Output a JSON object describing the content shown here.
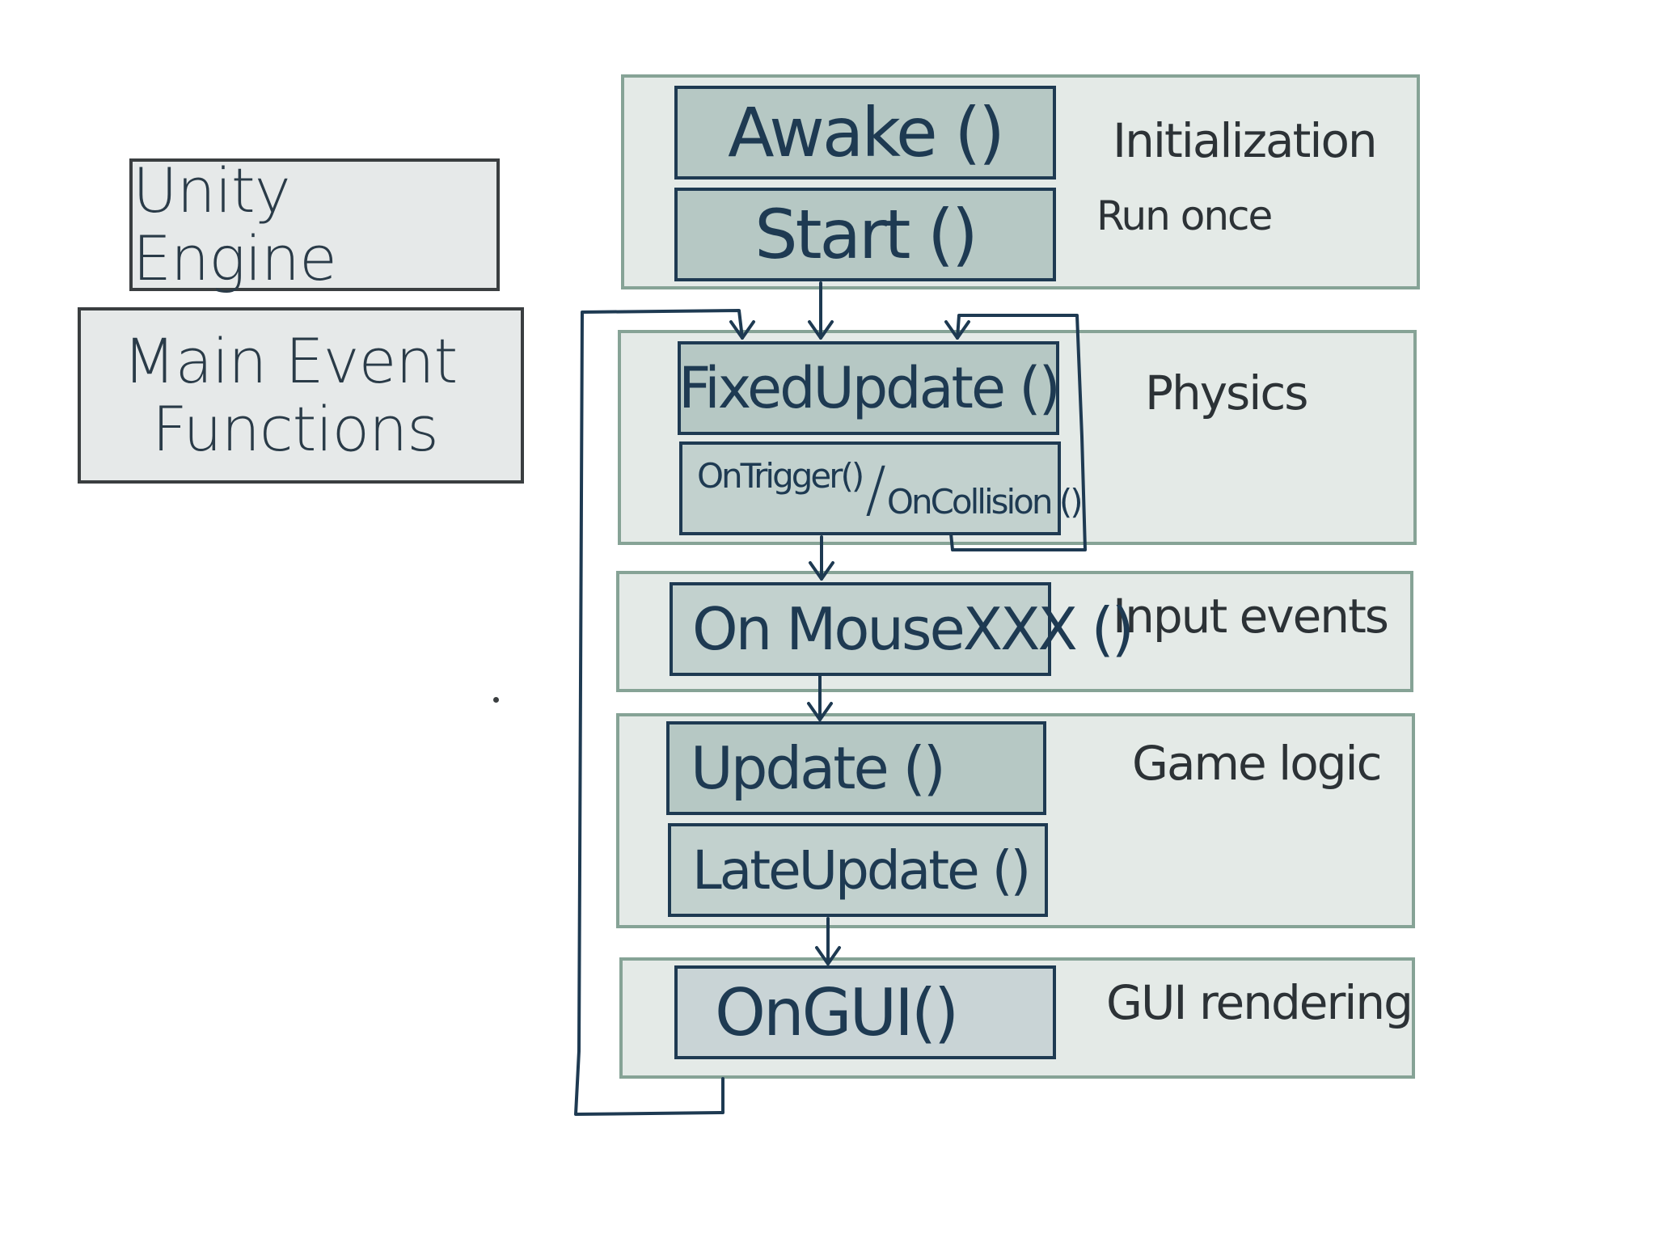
{
  "title_boxes": {
    "engine": "Unity Engine",
    "main_line1": "Main Event",
    "main_line2": "Functions"
  },
  "stages": [
    {
      "id": "initialization",
      "label": "Initialization",
      "sublabel": "Run once"
    },
    {
      "id": "physics",
      "label": "Physics"
    },
    {
      "id": "input",
      "label": "Input events"
    },
    {
      "id": "game-logic",
      "label": "Game logic"
    },
    {
      "id": "gui",
      "label": "GUI rendering"
    }
  ],
  "functions": {
    "awake": "Awake ()",
    "start": "Start ()",
    "fixed_update": "FixedUpdate ()",
    "on_trigger": "OnTrigger()",
    "on_collision": "OnCollision ()",
    "on_mouse": "On MouseXXX ()",
    "update": "Update ()",
    "late_update": "LateUpdate ()",
    "on_gui": "OnGUI()"
  },
  "colors": {
    "stroke": "#1e3a52",
    "stage_fill": "#e4eae7",
    "stage_border": "#86a396",
    "function_fill": "#b6c8c4"
  }
}
